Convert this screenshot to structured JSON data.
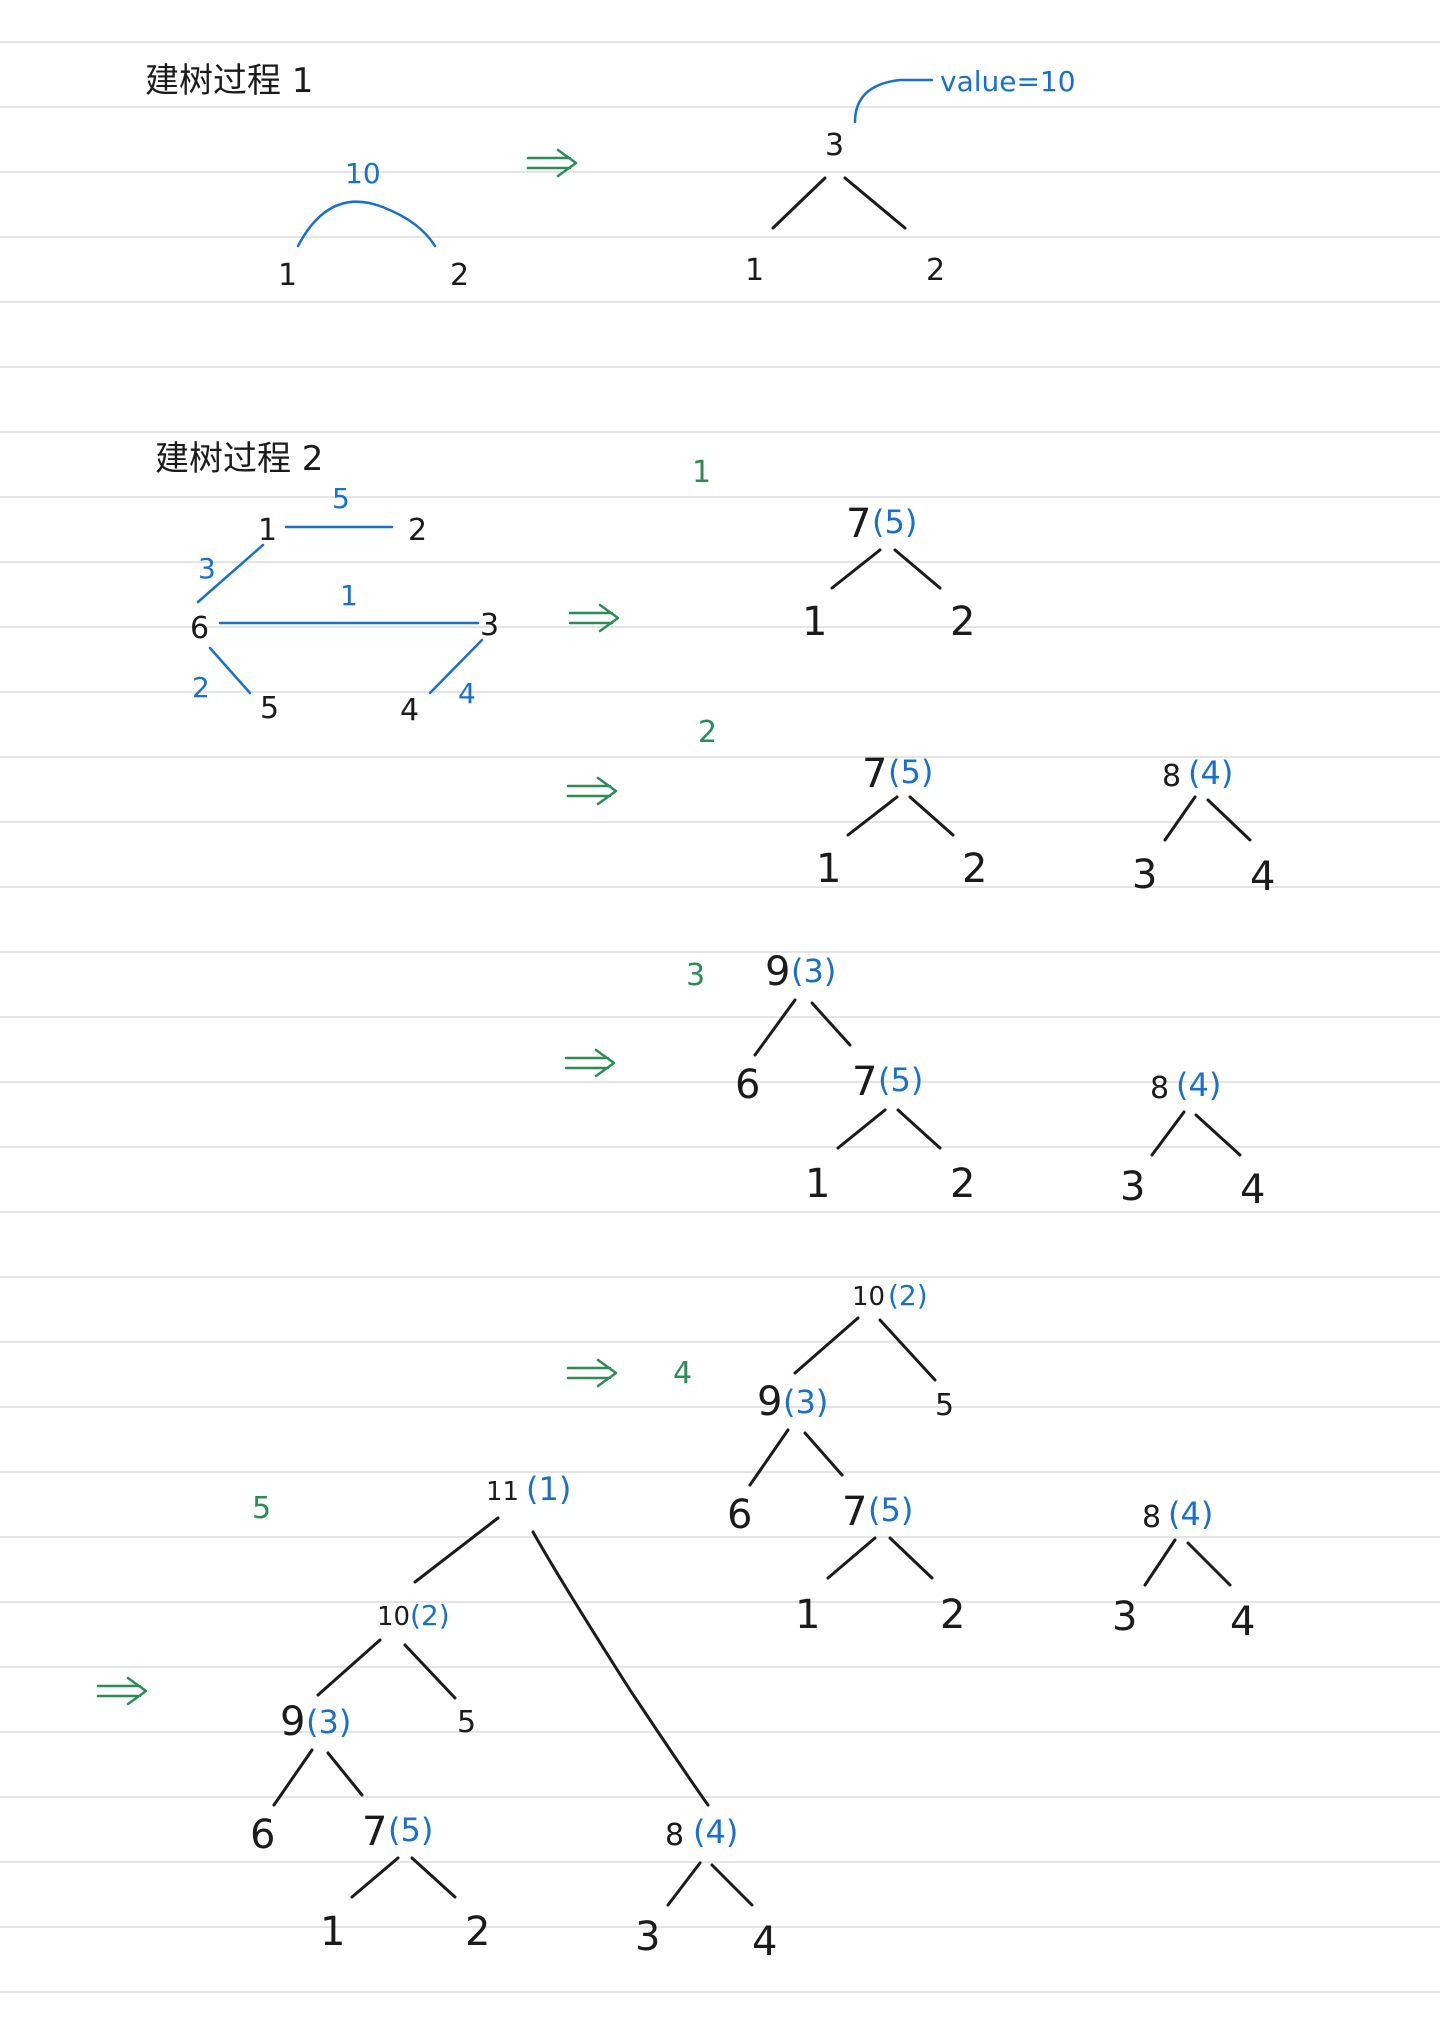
{
  "colors": {
    "ink": "#1b1b1b",
    "weight_ink": "#1b6fc8",
    "step_ink": "#2e8b57",
    "rule_line": "#dcdcdc"
  },
  "icons": [
    "double-arrow-icon"
  ],
  "section1": {
    "title": "建树过程 1",
    "graph": {
      "edge_weight": "10",
      "node_a": "1",
      "node_b": "2"
    },
    "result": {
      "root": "3",
      "annotation": "value=10",
      "left": "1",
      "right": "2"
    }
  },
  "section2": {
    "title": "建树过程 2",
    "graph": {
      "nodes": {
        "n1": "1",
        "n2": "2",
        "n3": "3",
        "n4": "4",
        "n5": "5",
        "n6": "6"
      },
      "weights": {
        "w12": "5",
        "w16": "3",
        "w63": "1",
        "w65": "2",
        "w34": "4"
      }
    },
    "steps": [
      {
        "label": "1",
        "tree": {
          "root": "7",
          "root_w": "(5)",
          "left": "1",
          "right": "2"
        }
      },
      {
        "label": "2",
        "tree_a": {
          "root": "7",
          "root_w": "(5)",
          "left": "1",
          "right": "2"
        },
        "tree_b": {
          "root": "8",
          "root_w": "(4)",
          "left": "3",
          "right": "4"
        }
      },
      {
        "label": "3",
        "tree_a": {
          "root": "9",
          "root_w": "(3)",
          "left": "6",
          "child": {
            "root": "7",
            "root_w": "(5)",
            "left": "1",
            "right": "2"
          }
        },
        "tree_b": {
          "root": "8",
          "root_w": "(4)",
          "left": "3",
          "right": "4"
        }
      },
      {
        "label": "4",
        "tree_a": {
          "root": "10",
          "root_w": "(2)",
          "right": "5",
          "child": {
            "root": "9",
            "root_w": "(3)",
            "left": "6",
            "child": {
              "root": "7",
              "root_w": "(5)",
              "left": "1",
              "right": "2"
            }
          }
        },
        "tree_b": {
          "root": "8",
          "root_w": "(4)",
          "left": "3",
          "right": "4"
        }
      },
      {
        "label": "5",
        "tree": {
          "root": "11",
          "root_w": "(1)",
          "l1": {
            "root": "10",
            "root_w": "(2)",
            "right": "5",
            "l2": {
              "root": "9",
              "root_w": "(3)",
              "left": "6",
              "l3": {
                "root": "7",
                "root_w": "(5)",
                "left": "1",
                "right": "2"
              }
            }
          },
          "r1": {
            "root": "8",
            "root_w": "(4)",
            "left": "3",
            "right": "4"
          }
        }
      }
    ]
  }
}
